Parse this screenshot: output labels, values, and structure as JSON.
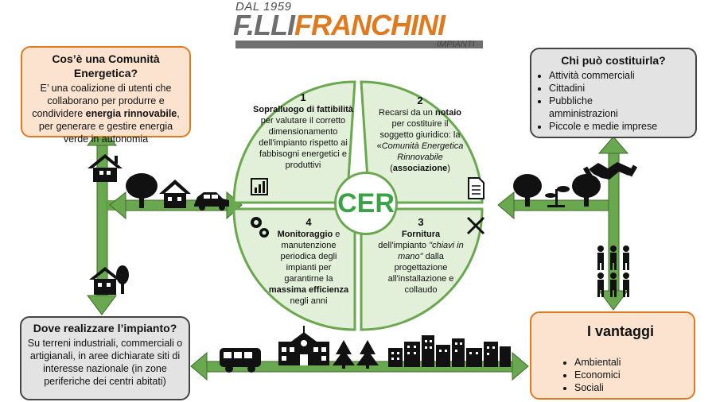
{
  "logo": {
    "dal": "DAL 1959",
    "flli": "F.LLI",
    "franchini": "FRANCHINI",
    "impianti": "IMPIANTI"
  },
  "center": {
    "label": "CER"
  },
  "steps": [
    {
      "num": "1",
      "text_bold": "Sopralluogo di fattibilità",
      "text": " per valutare il corretto dimensionamento dell'impianto rispetto ai fabbisogni energetici e produttivi"
    },
    {
      "num": "2",
      "text_pre": "Recarsi da un ",
      "text_bold": "notaio",
      "text_post": " per costituire il soggetto giuridico: la «",
      "text_italic": "Comunità Energetica Rinnovabile",
      "text_end_pre": " (",
      "text_bold2": "associazione",
      "text_end": ")"
    },
    {
      "num": "3",
      "text_bold": "Fornitura",
      "text_pre": " dell'impianto ",
      "text_italic": "\"chiavi in mano\"",
      "text": " dalla progettazione all'installazione e collaudo"
    },
    {
      "num": "4",
      "text_bold": "Monitoraggio",
      "text": " e manutenzione periodica degli impianti per garantirne la ",
      "text_bold2": "massima efficienza",
      "text_end": " negli anni"
    }
  ],
  "box_cos": {
    "title": "Cos’è una Comunità Energetica?",
    "text_pre": "E’ una coalizione di utenti che collaborano per produrre e condividere ",
    "text_bold": "energia rinnovabile",
    "text_post": ", per generare e gestire energia verde in autonomia"
  },
  "box_chi": {
    "title": "Chi può costituirla?",
    "items": [
      "Attività commerciali",
      "Cittadini",
      "Pubbliche amministrazioni",
      "Piccole e medie imprese"
    ]
  },
  "box_dove": {
    "title": "Dove realizzare l’impianto?",
    "text": "Su terreni industriali, commerciali o artigianali, in aree dichiarate siti di interesse nazionale (in zone periferiche dei centri abitati)"
  },
  "box_vantaggi": {
    "title": "I vantaggi",
    "items": [
      "Ambientali",
      "Economici",
      "Sociali"
    ]
  },
  "colors": {
    "green": "#6aa84f",
    "light_green": "#e2efd9",
    "dark": "#111111",
    "orange": "#e07a1e",
    "orange_bg": "#fbe3cf",
    "gray_bg": "#e3e3e3"
  },
  "icons": [
    "house-icon",
    "tree-icon",
    "car-icon",
    "handshake-icon",
    "sprout-icon",
    "people-icon",
    "bus-icon",
    "school-icon",
    "pine-tree-icon",
    "city-icon",
    "chart-icon",
    "document-icon",
    "gears-icon",
    "tools-icon",
    "network-icon",
    "hand-plant-icon",
    "coins-icon",
    "chat-people-icon"
  ]
}
